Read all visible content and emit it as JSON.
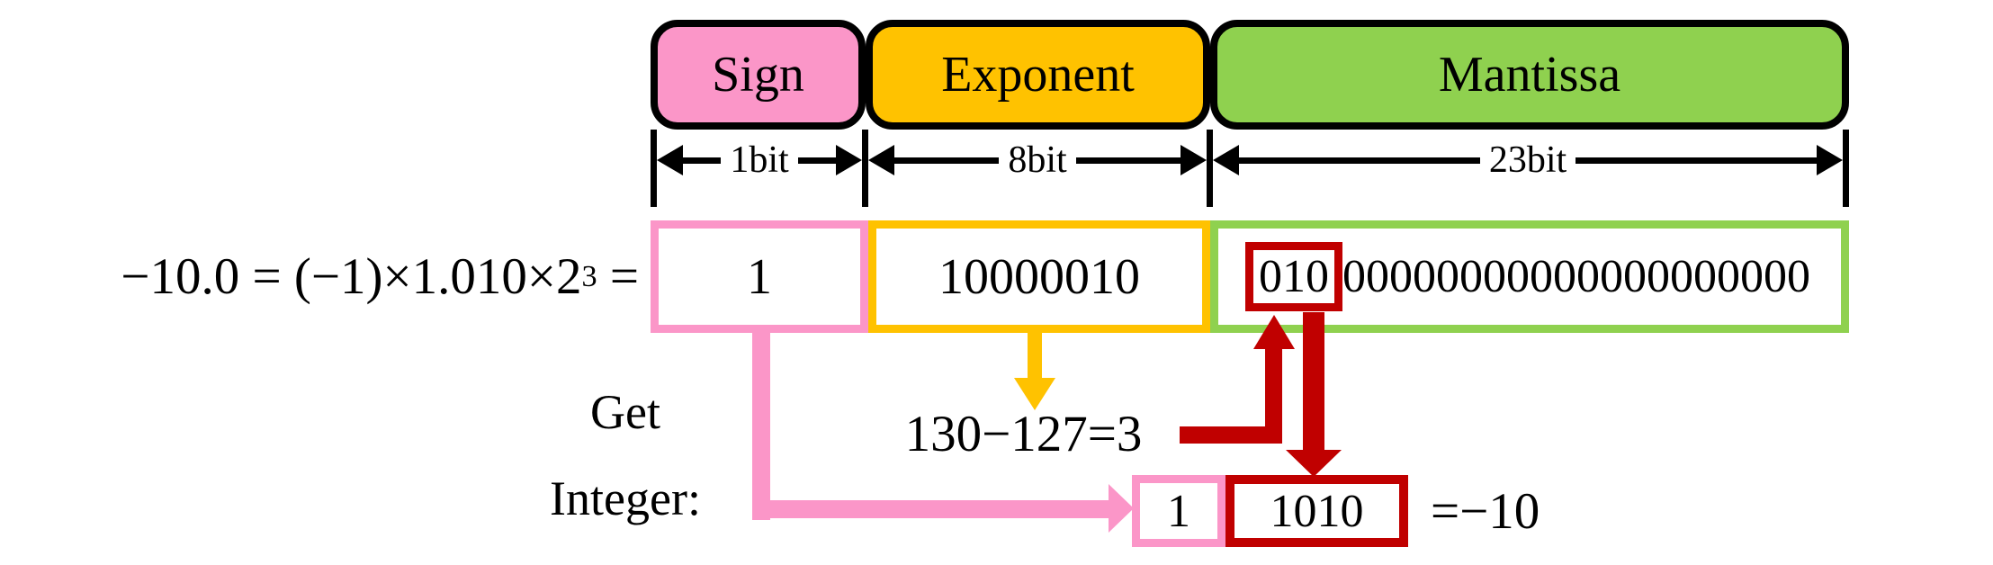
{
  "colors": {
    "pink": "#FB96C8",
    "orange": "#FFC200",
    "green": "#8FD14F",
    "dark_red": "#C00000",
    "black": "#000000"
  },
  "fields": [
    {
      "name": "Sign",
      "bits_label": "1bit",
      "value": "1"
    },
    {
      "name": "Exponent",
      "bits_label": "8bit",
      "value": "10000010"
    },
    {
      "name": "Mantissa",
      "bits_label": "23bit",
      "value": "01000000000000000000000",
      "value_highlight": "010",
      "value_rest": "00000000000000000000"
    }
  ],
  "formula": {
    "prefix": "−10.0 = (−1)×1.010×2",
    "superscript": "3",
    "suffix": " ="
  },
  "exponent_calc": "130−127=3",
  "get_integer_label": {
    "line1": "Get",
    "line2": "Integer:"
  },
  "result": {
    "sign_bit": "1",
    "integer_bits": "1010",
    "equals": "=−10"
  }
}
